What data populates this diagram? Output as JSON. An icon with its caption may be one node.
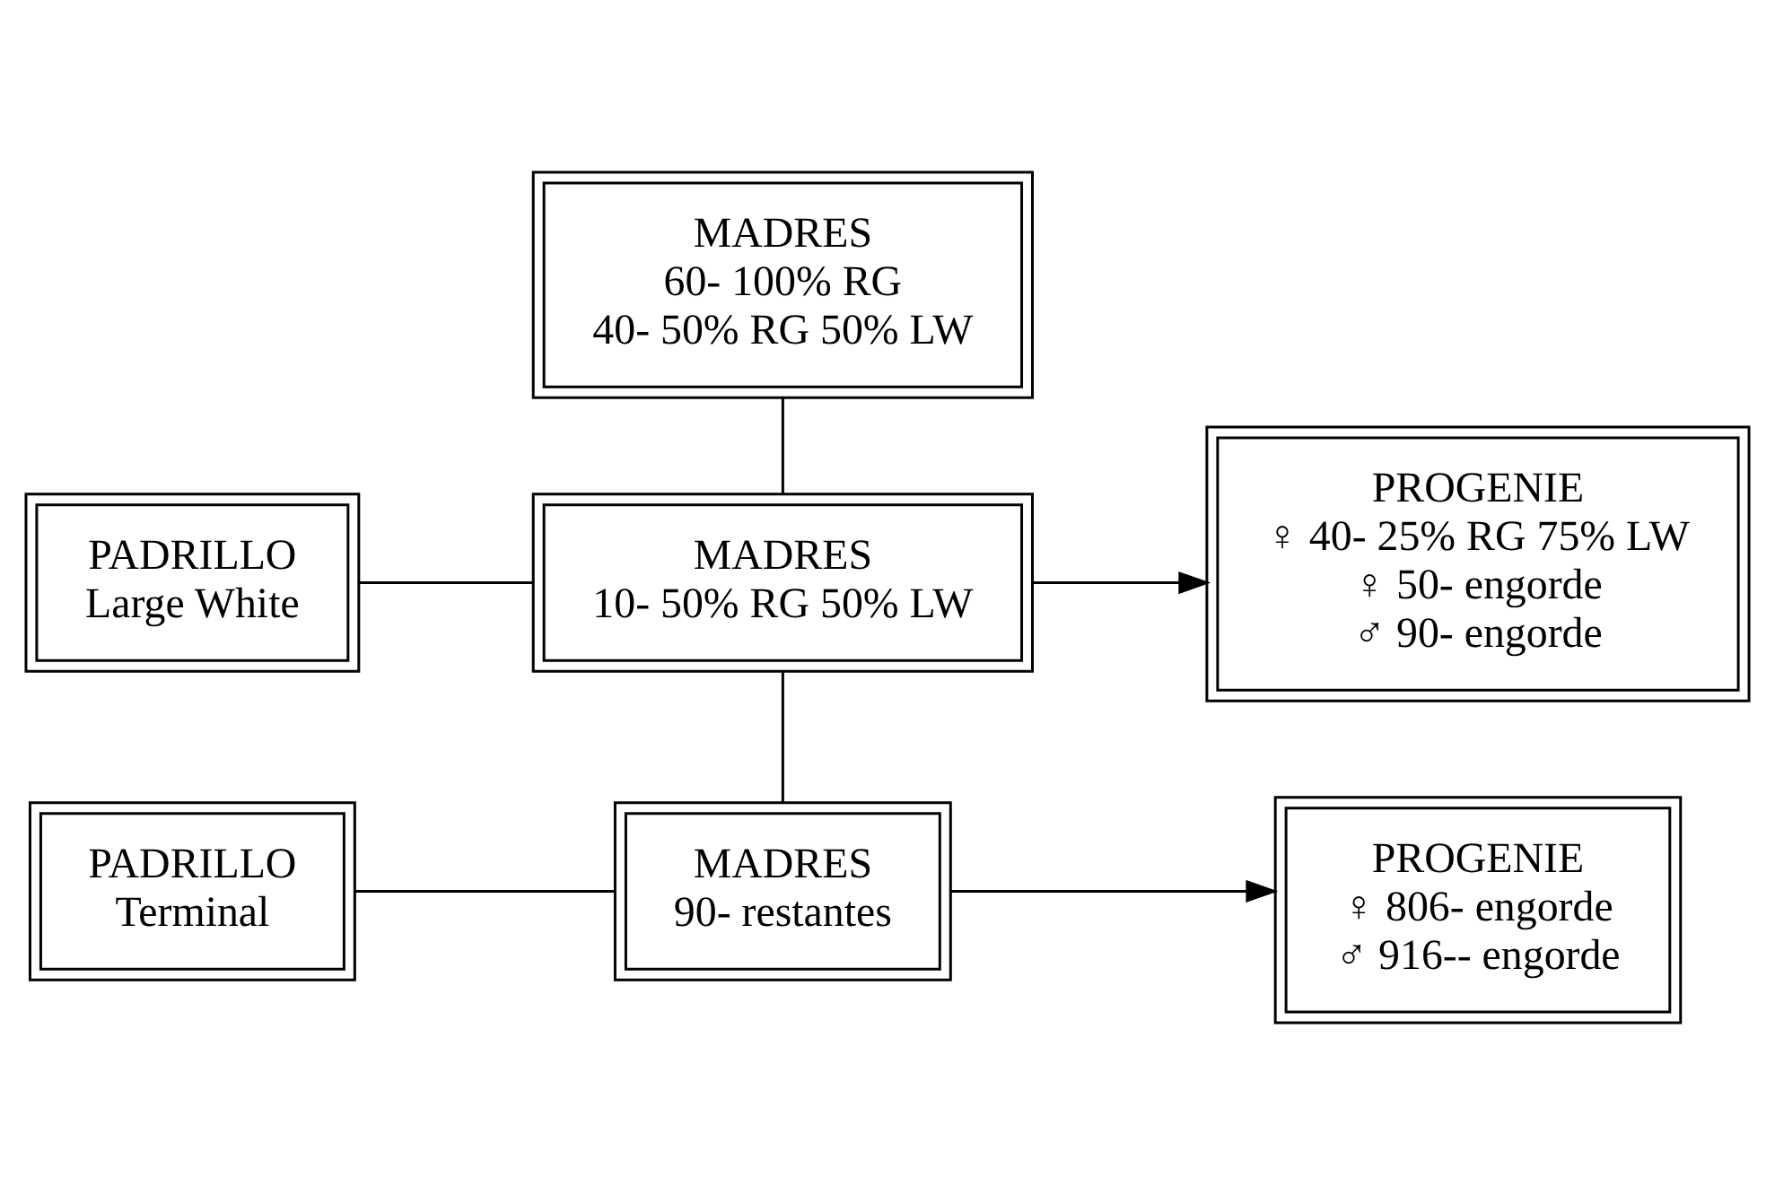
{
  "diagram": {
    "nodes": [
      {
        "text": [
          "MADRES",
          "60- 100% RG",
          "40- 50% RG 50% LW"
        ]
      },
      {
        "text": [
          "PADRILLO",
          "Large White"
        ]
      },
      {
        "text": [
          "MADRES",
          "10- 50% RG 50% LW"
        ]
      },
      {
        "text": [
          "PROGENIE",
          "♀ 40- 25% RG 75% LW",
          "♀ 50- engorde",
          "♂ 90- engorde"
        ]
      },
      {
        "text": [
          "PADRILLO",
          "Terminal"
        ]
      },
      {
        "text": [
          "MADRES",
          "90- restantes"
        ]
      },
      {
        "text": [
          "PROGENIE",
          "♀ 806- engorde",
          "♂ 916-- engorde"
        ]
      }
    ],
    "edges": [
      {
        "from": 0,
        "to": 2,
        "arrow": "none"
      },
      {
        "from": 1,
        "to": 2,
        "arrow": "none"
      },
      {
        "from": 2,
        "to": 3,
        "arrow": "to"
      },
      {
        "from": 2,
        "to": 5,
        "arrow": "none"
      },
      {
        "from": 4,
        "to": 5,
        "arrow": "none"
      },
      {
        "from": 5,
        "to": 6,
        "arrow": "to"
      }
    ]
  }
}
